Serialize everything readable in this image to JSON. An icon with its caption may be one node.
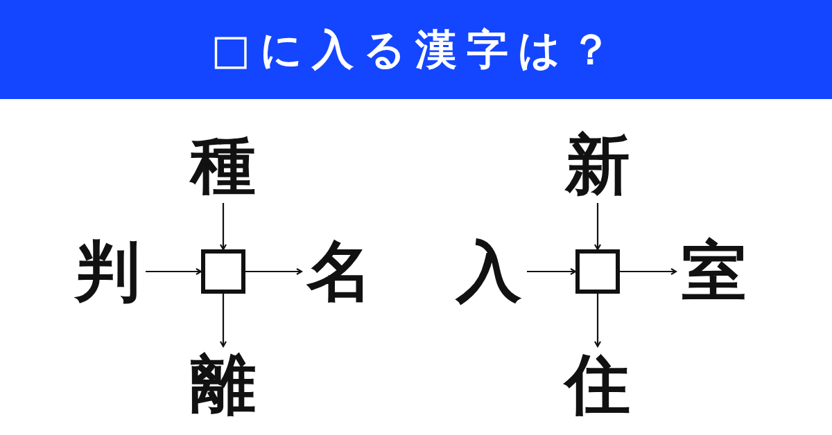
{
  "diagram": {
    "title": "□に入る漢字は？",
    "nodes": [
      {
        "text": [
          "種"
        ]
      },
      {
        "text": [
          "判"
        ]
      },
      {
        "text": [],
        "shape": "box"
      },
      {
        "text": [
          "名"
        ]
      },
      {
        "text": [
          "離"
        ]
      },
      {
        "text": [
          "新"
        ]
      },
      {
        "text": [
          "入"
        ]
      },
      {
        "text": [],
        "shape": "box"
      },
      {
        "text": [
          "室"
        ]
      },
      {
        "text": [
          "住"
        ]
      }
    ],
    "edges": [
      {
        "from": 0,
        "to": 2,
        "arrow": "to"
      },
      {
        "from": 1,
        "to": 2,
        "arrow": "to"
      },
      {
        "from": 2,
        "to": 3,
        "arrow": "to"
      },
      {
        "from": 2,
        "to": 4,
        "arrow": "to"
      },
      {
        "from": 5,
        "to": 7,
        "arrow": "to"
      },
      {
        "from": 6,
        "to": 7,
        "arrow": "to"
      },
      {
        "from": 7,
        "to": 8,
        "arrow": "to"
      },
      {
        "from": 7,
        "to": 9,
        "arrow": "to"
      }
    ]
  }
}
